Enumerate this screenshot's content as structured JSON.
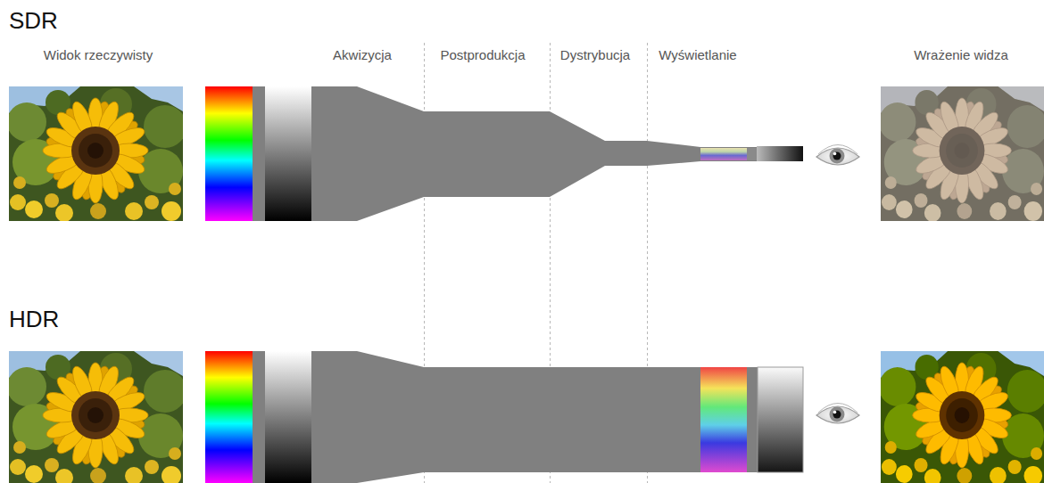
{
  "diagram": {
    "labels": [
      "SDR",
      "Widok rzeczywisty",
      "Akwizycja",
      "Postprodukcja",
      "Dystrybucja",
      "Wyświetlanie",
      "Wrażenie widza",
      "HDR"
    ]
  }
}
